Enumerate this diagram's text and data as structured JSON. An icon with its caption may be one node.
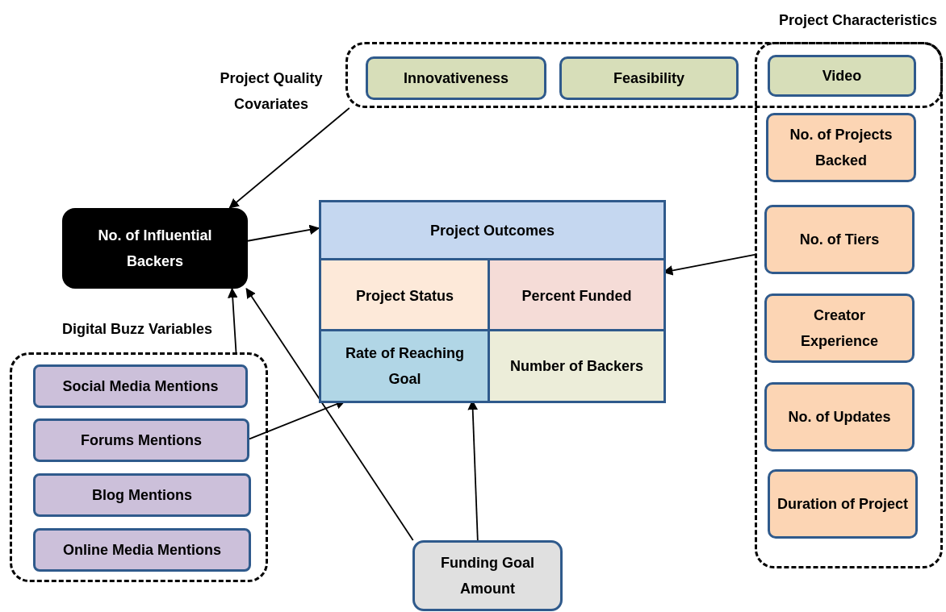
{
  "diagram": {
    "nodes": [
      {
        "text": [
          "Project Quality Covariates"
        ]
      },
      {
        "text": [
          "Innovativeness"
        ],
        "in": 0
      },
      {
        "text": [
          "Feasibility"
        ],
        "in": 0
      },
      {
        "text": [
          "Video"
        ]
      },
      {
        "text": [
          "Project Characteristics"
        ]
      },
      {
        "text": [
          "No. of Projects Backed"
        ],
        "in": 4
      },
      {
        "text": [
          "No. of Tiers"
        ],
        "in": 4
      },
      {
        "text": [
          "Creator Experience"
        ],
        "in": 4
      },
      {
        "text": [
          "No. of Updates"
        ],
        "in": 4
      },
      {
        "text": [
          "Duration of Project"
        ],
        "in": 4
      },
      {
        "text": [
          "No. of Influential Backers"
        ]
      },
      {
        "text": [
          "Project Outcomes"
        ]
      },
      {
        "text": [
          "Project Status"
        ],
        "in": 11
      },
      {
        "text": [
          "Percent Funded"
        ],
        "in": 11
      },
      {
        "text": [
          "Rate of Reaching Goal"
        ],
        "in": 11
      },
      {
        "text": [
          "Number of Backers"
        ],
        "in": 11
      },
      {
        "text": [
          "Digital Buzz Variables"
        ]
      },
      {
        "text": [
          "Social Media Mentions"
        ],
        "in": 16
      },
      {
        "text": [
          "Forums Mentions"
        ],
        "in": 16
      },
      {
        "text": [
          "Blog Mentions"
        ],
        "in": 16
      },
      {
        "text": [
          "Online Media Mentions"
        ],
        "in": 16
      },
      {
        "text": [
          "Funding Goal Amount"
        ]
      }
    ],
    "edges": [
      {
        "from": 0,
        "to": 10,
        "arrow": "to"
      },
      {
        "from": 10,
        "to": 11,
        "arrow": "to"
      },
      {
        "from": 4,
        "to": 13,
        "arrow": "to"
      },
      {
        "from": 16,
        "to": 10,
        "arrow": "to"
      },
      {
        "from": 21,
        "to": 10,
        "arrow": "to"
      },
      {
        "from": 18,
        "to": 14,
        "arrow": "to"
      },
      {
        "from": 21,
        "to": 14,
        "arrow": "to"
      }
    ]
  }
}
